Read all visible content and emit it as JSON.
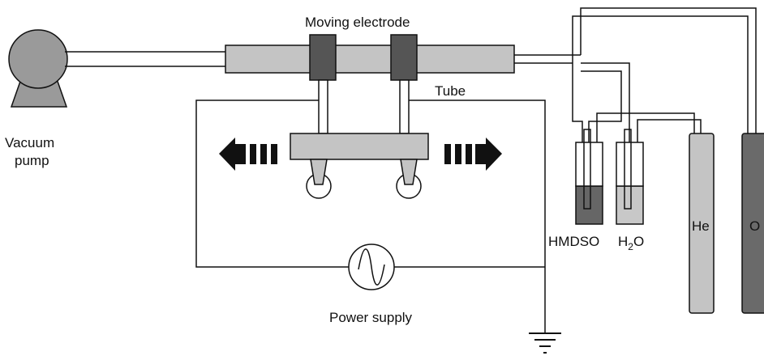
{
  "labels": {
    "moving_electrode": "Moving electrode",
    "tube": "Tube",
    "vacuum_pump_line1": "Vacuum",
    "vacuum_pump_line2": "pump",
    "power_supply": "Power supply",
    "hmdso": "HMDSO",
    "h2o_base": "H",
    "h2o_sub": "2",
    "h2o_tail": "O",
    "helium": "He",
    "oxygen": "O"
  },
  "colors": {
    "line": "#111111",
    "tube_fill": "#c4c4c4",
    "electrode_fill": "#555555",
    "hmdso_liquid": "#666666",
    "water_liquid": "#c8c8c8",
    "helium_cylinder": "#c4c4c4",
    "oxygen_cylinder": "#6a6a6a",
    "pump_fill": "#9a9a9a"
  },
  "icons": {
    "ac_source": "sine-wave-icon",
    "ground": "ground-symbol-icon",
    "arrow_left": "arrow-left-icon",
    "arrow_right": "arrow-right-icon"
  }
}
